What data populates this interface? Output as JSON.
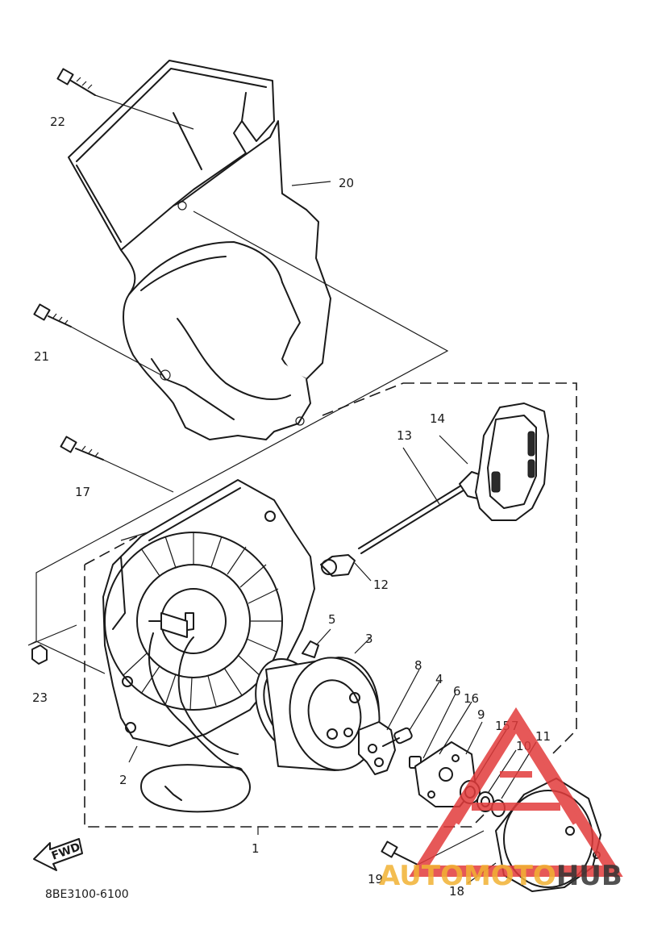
{
  "diagram": {
    "part_code": "8BE3100-6100",
    "fwd_label": "FWD",
    "callouts": [
      {
        "id": "c1",
        "label": "1"
      },
      {
        "id": "c2",
        "label": "2"
      },
      {
        "id": "c3",
        "label": "3"
      },
      {
        "id": "c4",
        "label": "4"
      },
      {
        "id": "c5",
        "label": "5"
      },
      {
        "id": "c6",
        "label": "6"
      },
      {
        "id": "c7",
        "label": "7"
      },
      {
        "id": "c8",
        "label": "8"
      },
      {
        "id": "c9",
        "label": "9"
      },
      {
        "id": "c10",
        "label": "10"
      },
      {
        "id": "c11",
        "label": "11"
      },
      {
        "id": "c12",
        "label": "12"
      },
      {
        "id": "c13",
        "label": "13"
      },
      {
        "id": "c14",
        "label": "14"
      },
      {
        "id": "c15",
        "label": "15"
      },
      {
        "id": "c16",
        "label": "16"
      },
      {
        "id": "c17",
        "label": "17"
      },
      {
        "id": "c18",
        "label": "18"
      },
      {
        "id": "c19",
        "label": "19"
      },
      {
        "id": "c20",
        "label": "20"
      },
      {
        "id": "c21",
        "label": "21"
      },
      {
        "id": "c22",
        "label": "22"
      },
      {
        "id": "c23",
        "label": "23"
      }
    ]
  },
  "watermark": {
    "text_part1": "AUTOMOTO",
    "text_part2": "HUB",
    "color_primary": "#e23b3b",
    "color_secondary": "#f2b233",
    "color_dark": "#333333"
  }
}
